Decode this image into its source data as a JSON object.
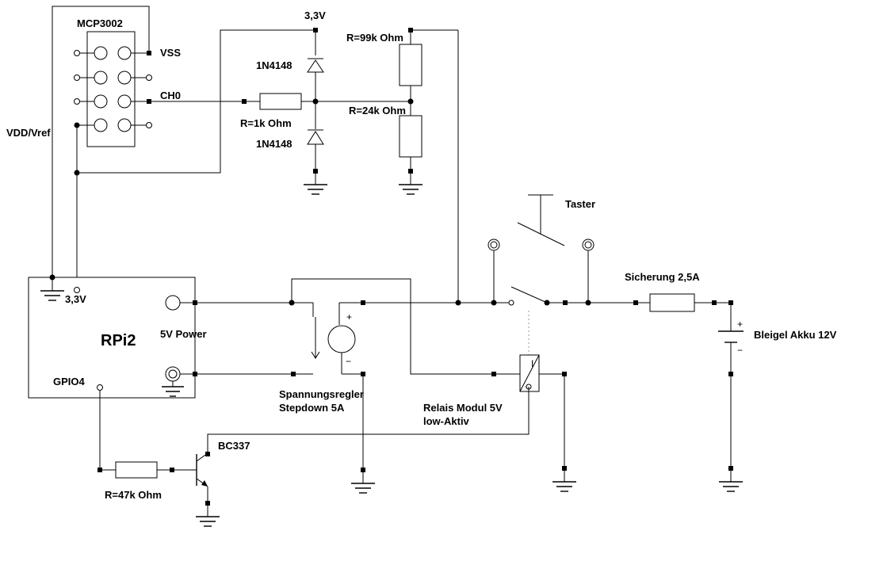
{
  "labels": {
    "mcp3002": "MCP3002",
    "vss": "VSS",
    "ch0": "CH0",
    "vdd_vref": "VDD/Vref",
    "v33_top": "3,3V",
    "diode_top": "1N4148",
    "diode_bottom": "1N4148",
    "r_1k": "R=1k Ohm",
    "r_99k": "R=99k Ohm",
    "r_24k": "R=24k Ohm",
    "taster": "Taster",
    "sicherung": "Sicherung 2,5A",
    "akku": "Bleigel Akku 12V",
    "rpi2": "RPi2",
    "v33_rpi": "3,3V",
    "power_5v": "5V Power",
    "gpio4": "GPIO4",
    "regler_line1": "Spannungsregler",
    "regler_line2": "Stepdown 5A",
    "relais_line1": "Relais Modul 5V",
    "relais_line2": "low-Aktiv",
    "bc337": "BC337",
    "r_47k": "R=47k Ohm"
  },
  "symbols": {
    "plus": "+",
    "minus": "−",
    "coil_mark": "I",
    "coil_mark2": "+"
  }
}
